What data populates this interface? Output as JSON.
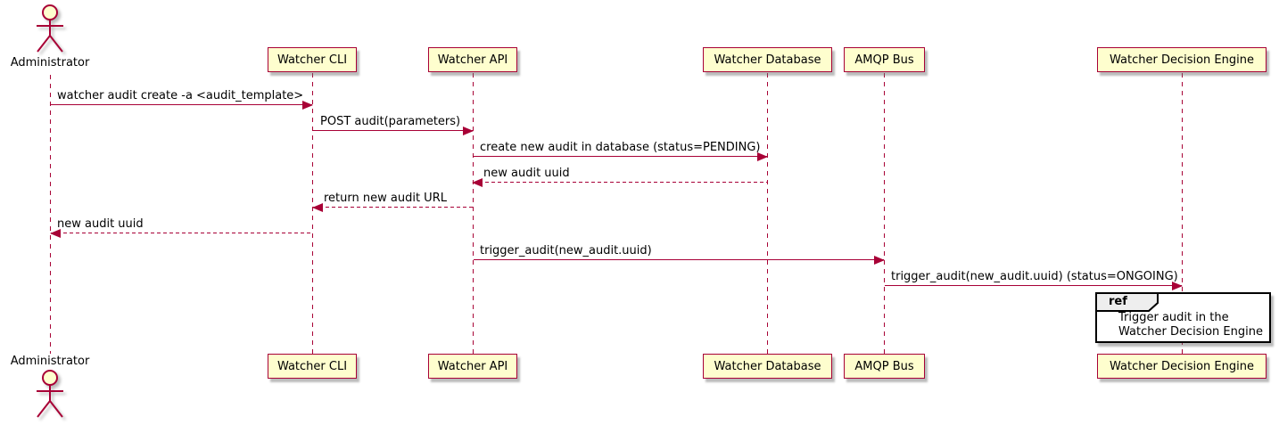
{
  "diagram": {
    "type": "plantuml-sequence",
    "colors": {
      "participant_fill": "#FEFECE",
      "participant_border": "#A80036",
      "arrow": "#A80036",
      "lifeline": "#A80036",
      "ref_border": "#000000",
      "ref_tab_fill": "#EEEEEE",
      "text": "#000000",
      "background": "#FFFFFF"
    },
    "actor": {
      "name": "Administrator"
    },
    "participants": [
      {
        "name": "Watcher CLI"
      },
      {
        "name": "Watcher API"
      },
      {
        "name": "Watcher Database"
      },
      {
        "name": "AMQP Bus"
      },
      {
        "name": "Watcher Decision Engine"
      }
    ],
    "messages": [
      {
        "from": "Administrator",
        "to": "Watcher CLI",
        "style": "solid",
        "label": "watcher audit create -a <audit_template>"
      },
      {
        "from": "Watcher CLI",
        "to": "Watcher API",
        "style": "solid",
        "label": "POST audit(parameters)"
      },
      {
        "from": "Watcher API",
        "to": "Watcher Database",
        "style": "solid",
        "label": "create new audit in database (status=PENDING)"
      },
      {
        "from": "Watcher Database",
        "to": "Watcher API",
        "style": "dashed",
        "label": "new audit uuid"
      },
      {
        "from": "Watcher API",
        "to": "Watcher CLI",
        "style": "dashed",
        "label": "return new audit URL"
      },
      {
        "from": "Watcher CLI",
        "to": "Administrator",
        "style": "dashed",
        "label": "new audit uuid"
      },
      {
        "from": "Watcher API",
        "to": "AMQP Bus",
        "style": "solid",
        "label": "trigger_audit(new_audit.uuid)"
      },
      {
        "from": "AMQP Bus",
        "to": "Watcher Decision Engine",
        "style": "solid",
        "label": "trigger_audit(new_audit.uuid) (status=ONGOING)"
      }
    ],
    "ref": {
      "keyword": "ref",
      "over": "Watcher Decision Engine",
      "lines": [
        "Trigger audit in the",
        "Watcher Decision Engine"
      ]
    }
  }
}
